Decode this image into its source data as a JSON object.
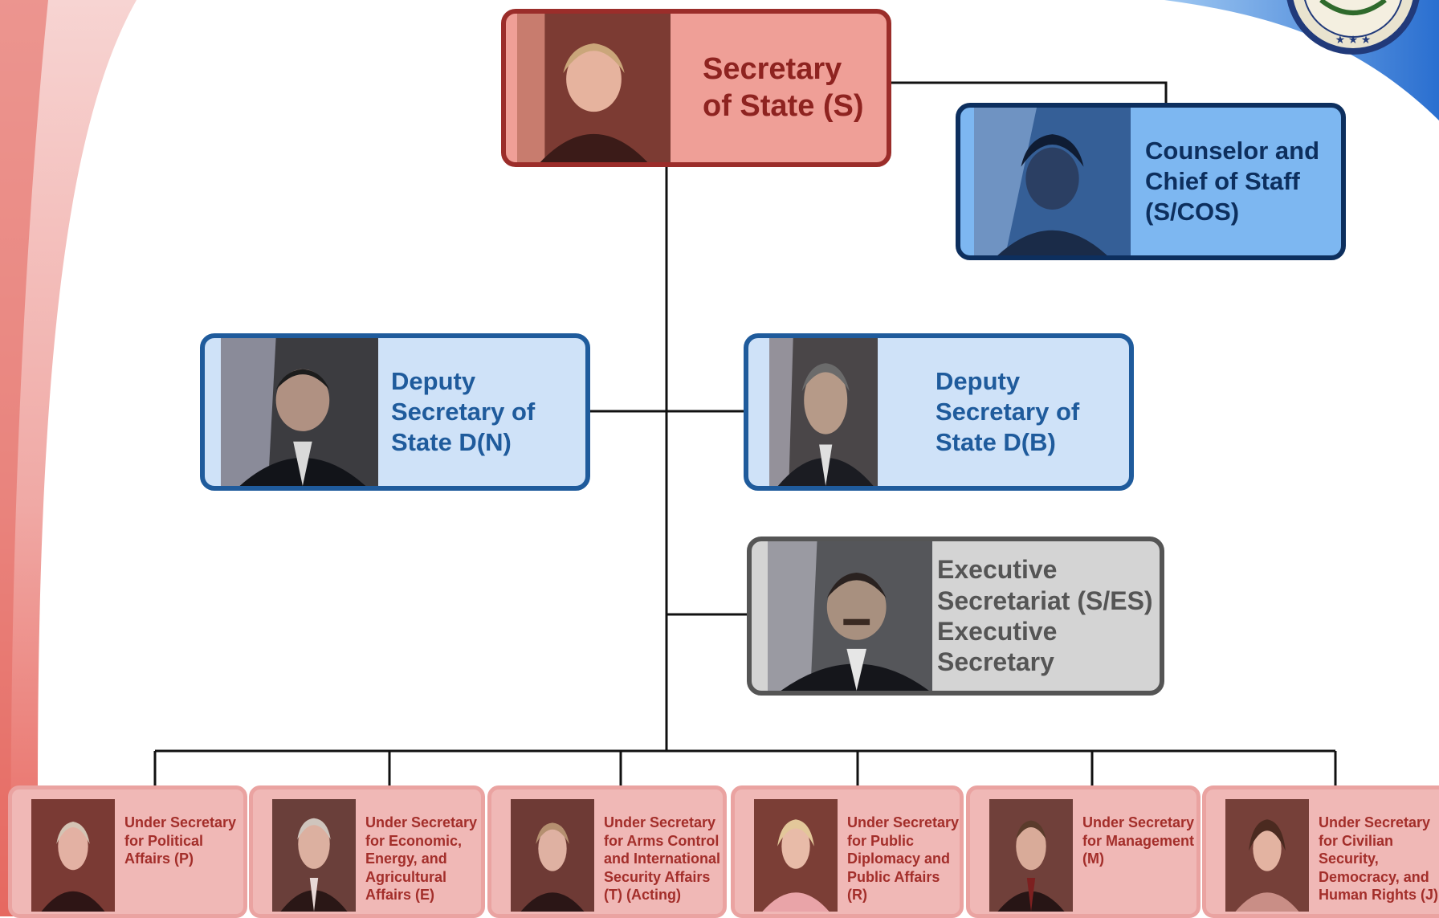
{
  "diagram": {
    "secretary": {
      "lines": [
        "Secretary",
        "of State (S)"
      ]
    },
    "counselor": {
      "lines": [
        "Counselor and",
        "Chief of Staff",
        "(S/COS)"
      ]
    },
    "deputy_n": {
      "lines": [
        "Deputy",
        "Secretary of",
        "State D(N)"
      ]
    },
    "deputy_b": {
      "lines": [
        "Deputy",
        "Secretary of",
        "State D(B)"
      ]
    },
    "executive": {
      "lines": [
        "Executive",
        "Secretariat (S/ES)",
        "Executive",
        "Secretary"
      ]
    },
    "under_secretaries": [
      {
        "lines": [
          "Under Secretary",
          "for Political",
          "Affairs (P)"
        ]
      },
      {
        "lines": [
          "Under Secretary",
          "for Economic,",
          "Energy, and",
          "Agricultural",
          "Affairs (E)"
        ]
      },
      {
        "lines": [
          "Under Secretary",
          "for Arms Control",
          "and International",
          "Security Affairs",
          "(T) (Acting)"
        ]
      },
      {
        "lines": [
          "Under Secretary",
          "for Public",
          "Diplomacy and",
          "Public Affairs (R)"
        ]
      },
      {
        "lines": [
          "Under Secretary",
          "for Management",
          "(M)"
        ]
      },
      {
        "lines": [
          "Under Secretary",
          "for Civilian Security,",
          "Democracy, and",
          "Human Rights (J)"
        ]
      }
    ]
  },
  "colors": {
    "secretary_fill": "#ef9f97",
    "secretary_border": "#9b2d2a",
    "counselor_fill": "#7db7f1",
    "counselor_border": "#0d2f5e",
    "deputy_fill": "#cfe2f8",
    "deputy_border": "#1f5b9c",
    "executive_fill": "#d4d4d4",
    "executive_border": "#555555",
    "under_fill": "#f0b8b6",
    "under_text": "#a32e2a"
  },
  "icons": [
    "department-of-state-seal-icon",
    "portrait-photo"
  ]
}
